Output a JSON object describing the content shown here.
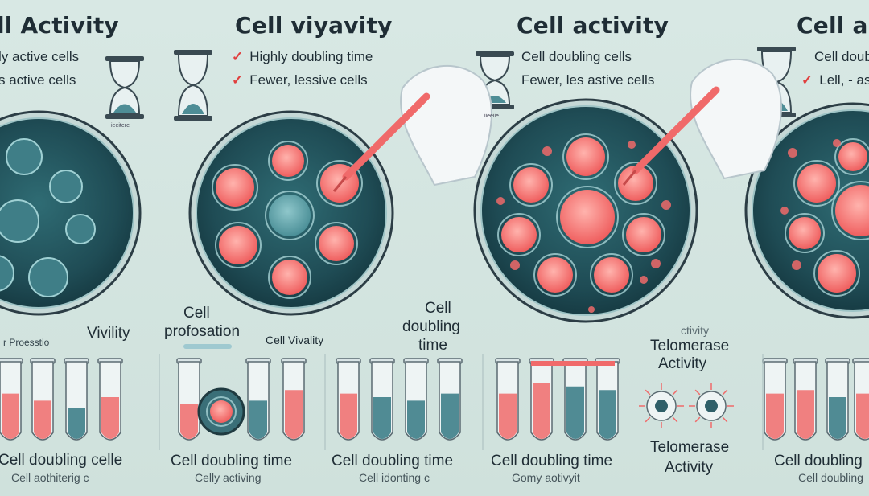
{
  "titles": [
    "ll Activity",
    "Cell viyavity",
    "Cell activity",
    "Cell a"
  ],
  "bullets": {
    "p1": [
      "ly active cells",
      "s active cells"
    ],
    "p2": [
      "Highly doubling time",
      "Fewer, lessive cells"
    ],
    "p3": [
      "Cell doubling cells",
      "Fewer, les astive cells"
    ],
    "p4": [
      "Cell doubl",
      "Lell, - ass"
    ]
  },
  "tiny_captions": [
    "ieeitere",
    "iieeiie"
  ],
  "mid_labels": {
    "l1": "Vivility",
    "l1b": "r Proesstio",
    "l2": "Cell",
    "l2b": "profosation",
    "l3": "Cell Vivality",
    "l4": "Cell",
    "l4b": "doubling",
    "l4c": "time",
    "l5": "ctivity",
    "l6": "Telomerase",
    "l6b": "Activity"
  },
  "bottom": {
    "b1": "Cell doubling celle",
    "b1s": "Cell aothiterig c",
    "b2": "Cell doubling time",
    "b2s": "Celly activing",
    "b3": "Cell doubling time",
    "b3s": "Cell idonting c",
    "b4": "Cell doubling time",
    "b4s": "Gomy aotivyit",
    "b5": "Telomerase",
    "b5b": "Activity",
    "b6": "Cell doubling",
    "b6s": "Cell doubling"
  },
  "colors": {
    "accent_red": "#f06a6a",
    "teal_dark": "#28545c",
    "teal": "#4e8d96",
    "glass": "#e8f1f1"
  }
}
